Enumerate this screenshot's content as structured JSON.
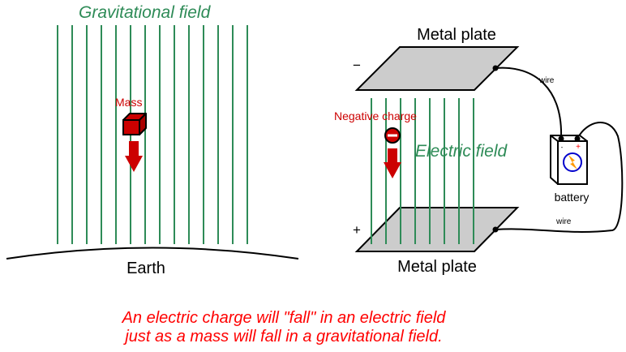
{
  "gravity_panel": {
    "title": "Gravitational field",
    "object_label": "Mass",
    "ground_label": "Earth",
    "field_line_count": 14
  },
  "electric_panel": {
    "top_plate_label": "Metal plate",
    "bottom_plate_label": "Metal plate",
    "top_plate_sign": "−",
    "bottom_plate_sign": "+",
    "charge_label": "Negative charge",
    "field_label": "Electric field",
    "field_line_count": 8,
    "wire_top_label": "wire",
    "wire_bottom_label": "wire",
    "battery": {
      "label": "battery",
      "neg_terminal": "-",
      "pos_terminal": "+"
    }
  },
  "caption": {
    "line1": "An electric charge will \"fall\" in an electric field",
    "line2": "just as a mass will fall in a gravitational field."
  },
  "colors": {
    "field": "#2e8b57",
    "object": "#cc0000",
    "caption": "#ff0000",
    "plate": "#cccccc",
    "battery_dial": "#0000cc",
    "battery_bolt": "#ff9900"
  }
}
